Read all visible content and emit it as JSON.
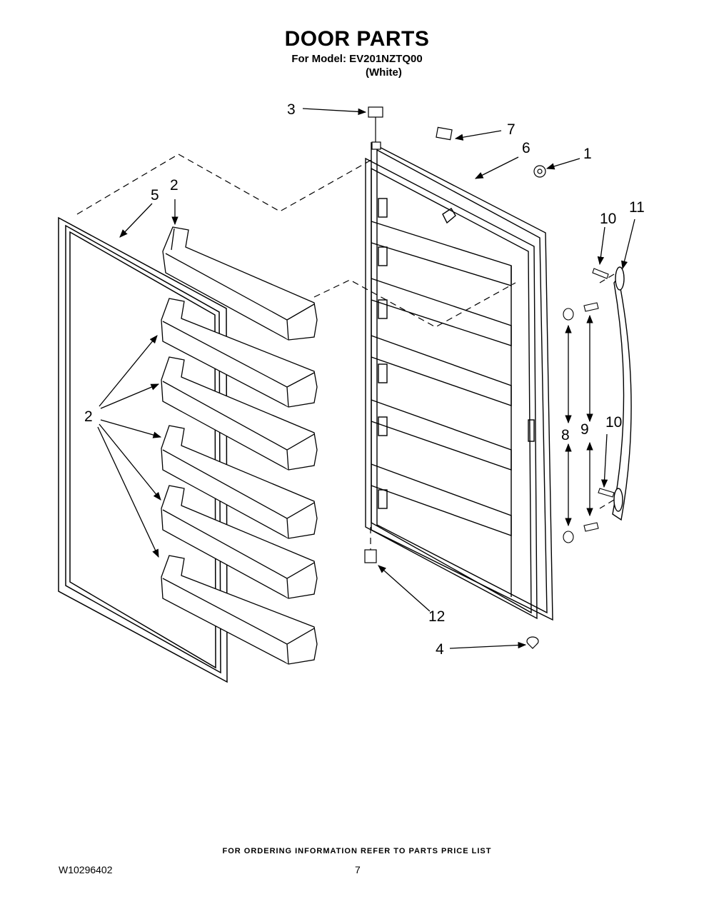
{
  "header": {
    "title": "DOOR PARTS",
    "model_line": "For Model: EV201NZTQ00",
    "variant": "(White)"
  },
  "callouts": {
    "c1": "1",
    "c2a": "2",
    "c2b": "2",
    "c3": "3",
    "c4": "4",
    "c5": "5",
    "c6": "6",
    "c7": "7",
    "c8": "8",
    "c9": "9",
    "c10a": "10",
    "c10b": "10",
    "c11": "11",
    "c12": "12"
  },
  "footer": {
    "note": "FOR ORDERING INFORMATION REFER TO PARTS PRICE LIST",
    "doc_number": "W10296402",
    "page_number": "7"
  }
}
